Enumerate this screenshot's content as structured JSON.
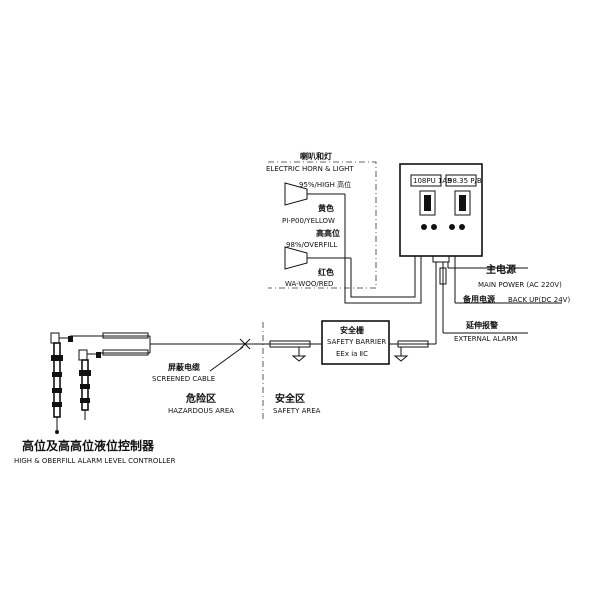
{
  "labels": {
    "horn_light_cn": "喇叭和灯",
    "horn_light_en": "ELECTRIC HORN & LIGHT",
    "high_level": "95%/HIGH 高位",
    "yellow_cn": "黄色",
    "yellow_en": "PI-P00/YELLOW",
    "overfill_cn": "高高位",
    "overfill_en": "98%/OVERFILL",
    "red_cn": "红色",
    "red_en": "WA-WOO/RED",
    "panel_display_left": "108PU 1AB",
    "panel_display_right": "98.35 P/B",
    "main_power_cn": "主电源",
    "main_power_en": "MAIN POWER (AC 220V)",
    "backup_cn": "备用电源",
    "backup_en": "BACK UP(DC 24V)",
    "ext_alarm_cn": "延伸报警",
    "ext_alarm_en": "EXTERNAL ALARM",
    "barrier_cn": "安全栅",
    "barrier_en": "SAFETY BARRIER",
    "barrier_code": "EEx ia  ⅡC",
    "cable_cn": "屏蔽电缆",
    "cable_en": "SCREENED CABLE",
    "hazard_cn": "危险区",
    "hazard_en": "HAZARDOUS AREA",
    "safe_cn": "安全区",
    "safe_en": "SAFETY AREA",
    "controller_cn": "高位及高高位液位控制器",
    "controller_en": "HIGH & OBERFILL ALARM LEVEL CONTROLLER"
  }
}
